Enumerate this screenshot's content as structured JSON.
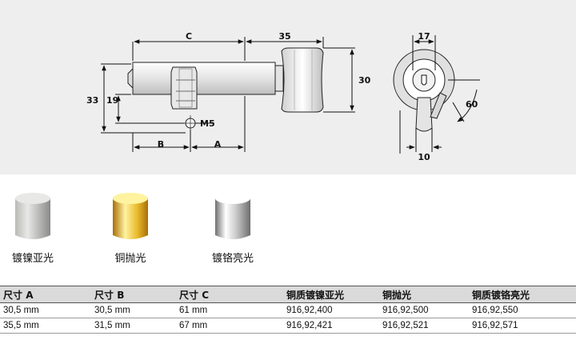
{
  "drawing": {
    "dim_c": "C",
    "dim_35": "35",
    "dim_30": "30",
    "dim_33": "33",
    "dim_19": "19",
    "dim_m5": "M5",
    "dim_b": "B",
    "dim_a": "A",
    "dim_17": "17",
    "dim_60": "60",
    "dim_10": "10"
  },
  "finishes": [
    {
      "label": "镀镍亚光",
      "colors": {
        "light": "#e8e8e6",
        "mid": "#b9b9b6",
        "dark": "#8a8a88"
      }
    },
    {
      "label": "铜抛光",
      "colors": {
        "light": "#fff3a0",
        "mid": "#e9b92a",
        "dark": "#a86f08"
      }
    },
    {
      "label": "镀铬亮光",
      "colors": {
        "light": "#ffffff",
        "mid": "#c9c9c9",
        "dark": "#6e6e6e"
      }
    }
  ],
  "table": {
    "headers": [
      {
        "prefix": "尺寸 ",
        "letter": "A"
      },
      {
        "prefix": "尺寸 ",
        "letter": "B"
      },
      {
        "prefix": "尺寸 ",
        "letter": "C"
      },
      {
        "prefix": "铜质镀镍亚光",
        "letter": ""
      },
      {
        "prefix": "铜抛光",
        "letter": ""
      },
      {
        "prefix": "铜质镀铬亮光",
        "letter": ""
      }
    ],
    "rows": [
      [
        "30,5 mm",
        "30,5 mm",
        "61 mm",
        "916,92,400",
        "916,92,500",
        "916,92,550"
      ],
      [
        "35,5 mm",
        "31,5 mm",
        "67 mm",
        "916,92,421",
        "916,92,521",
        "916,92,571"
      ]
    ]
  }
}
